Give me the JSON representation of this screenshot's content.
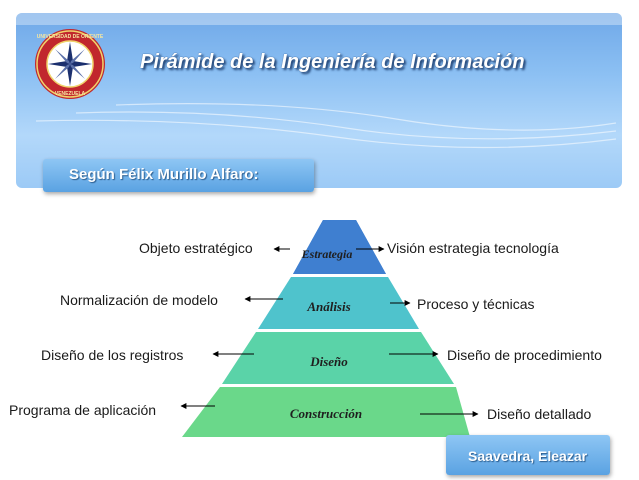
{
  "header": {
    "title": "Pirámide de la Ingeniería de Información",
    "seal_text": "UNIVERSIDAD DE ORIENTE · VENEZUELA"
  },
  "subtitle": "Según Félix Murillo Alfaro:",
  "pyramid": {
    "levels": [
      {
        "name": "Estrategia",
        "color": "#3f7fd0"
      },
      {
        "name": "Análisis",
        "color": "#4fc3cc"
      },
      {
        "name": "Diseño",
        "color": "#5ad3a8"
      },
      {
        "name": "Construcción",
        "color": "#6ad88a"
      }
    ],
    "left_labels": [
      "Objeto estratégico",
      "Normalización de modelo",
      "Diseño de los registros",
      "Programa de aplicación"
    ],
    "right_labels": [
      "Visión estrategia tecnología",
      "Proceso y técnicas",
      "Diseño de procedimiento",
      "Diseño detallado"
    ]
  },
  "author": "Saavedra, Eleazar"
}
